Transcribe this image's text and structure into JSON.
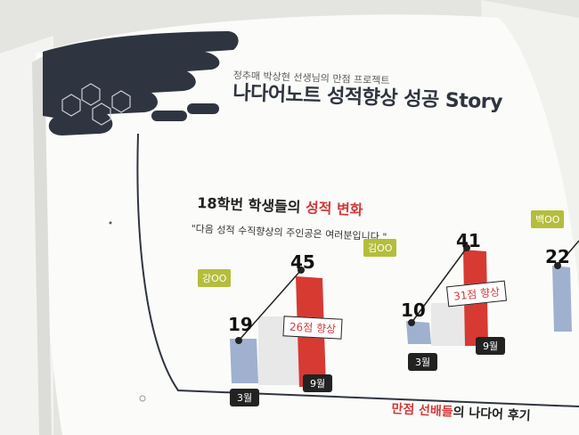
{
  "header": {
    "subtitle": "정추매 박상현 선생님의 만점 프로젝트",
    "title_main": "나다어노트 성적향상 성공 ",
    "title_story": "Story"
  },
  "section": {
    "title_prefix": "18학번 학생들의 ",
    "title_accent": "성적 변화",
    "quote": "\"다음 성적 수직향상의 주인공은 여러분입니다.\""
  },
  "students": [
    {
      "name": "강OO",
      "before_value": "19",
      "after_value": "45",
      "before_month": "3월",
      "after_month": "9월",
      "improvement": "26점 향상"
    },
    {
      "name": "김OO",
      "before_value": "10",
      "after_value": "41",
      "before_month": "3월",
      "after_month": "9월",
      "improvement": "31점 향상"
    },
    {
      "name": "백OO",
      "before_value": "22",
      "after_value": ""
    }
  ],
  "footer": {
    "prefix": "",
    "accent": "만점 선배들",
    "suffix": "의 나다어 후기"
  },
  "colors": {
    "before_bar": "#9fb1cf",
    "after_bar": "#d63a33",
    "name_tag": "#b5bd3c",
    "dark": "#2f3540",
    "accent": "#d13a3a"
  }
}
